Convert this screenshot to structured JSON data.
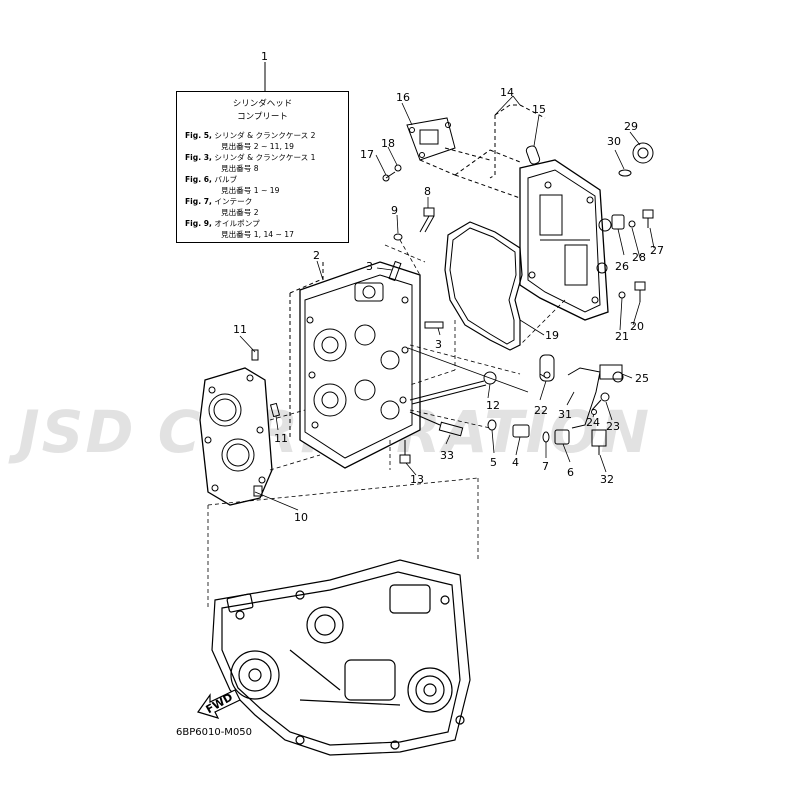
{
  "info_box": {
    "title_line1": "シリンダヘッド",
    "title_line2": "コンプリート",
    "refs": [
      {
        "fig": "Fig. 5,",
        "text": "シリンダ & クランクケース 2",
        "sub": "見出番号 2 ~ 11, 19"
      },
      {
        "fig": "Fig. 3,",
        "text": "シリンダ & クランクケース 1",
        "sub": "見出番号 8"
      },
      {
        "fig": "Fig. 6,",
        "text": "バルブ",
        "sub": "見出番号 1 ~ 19"
      },
      {
        "fig": "Fig. 7,",
        "text": "インテーク",
        "sub": "見出番号 2"
      },
      {
        "fig": "Fig. 9,",
        "text": "オイルポンプ",
        "sub": "見出番号 1, 14 ~ 17"
      }
    ]
  },
  "part_numbers": {
    "n1": "1",
    "n2": "2",
    "n3a": "3",
    "n3b": "3",
    "n4": "4",
    "n5": "5",
    "n6": "6",
    "n7": "7",
    "n8": "8",
    "n9": "9",
    "n10": "10",
    "n11a": "11",
    "n11b": "11",
    "n12": "12",
    "n13": "13",
    "n14": "14",
    "n15": "15",
    "n16": "16",
    "n17": "17",
    "n18": "18",
    "n19": "19",
    "n20": "20",
    "n21": "21",
    "n22": "22",
    "n23": "23",
    "n24": "24",
    "n25": "25",
    "n26": "26",
    "n27": "27",
    "n28": "28",
    "n29": "29",
    "n30": "30",
    "n31": "31",
    "n32": "32",
    "n33": "33"
  },
  "fwd_label": "FWD",
  "diagram_code": "6BP6010-M050",
  "watermark": "JSD CORPORATION"
}
